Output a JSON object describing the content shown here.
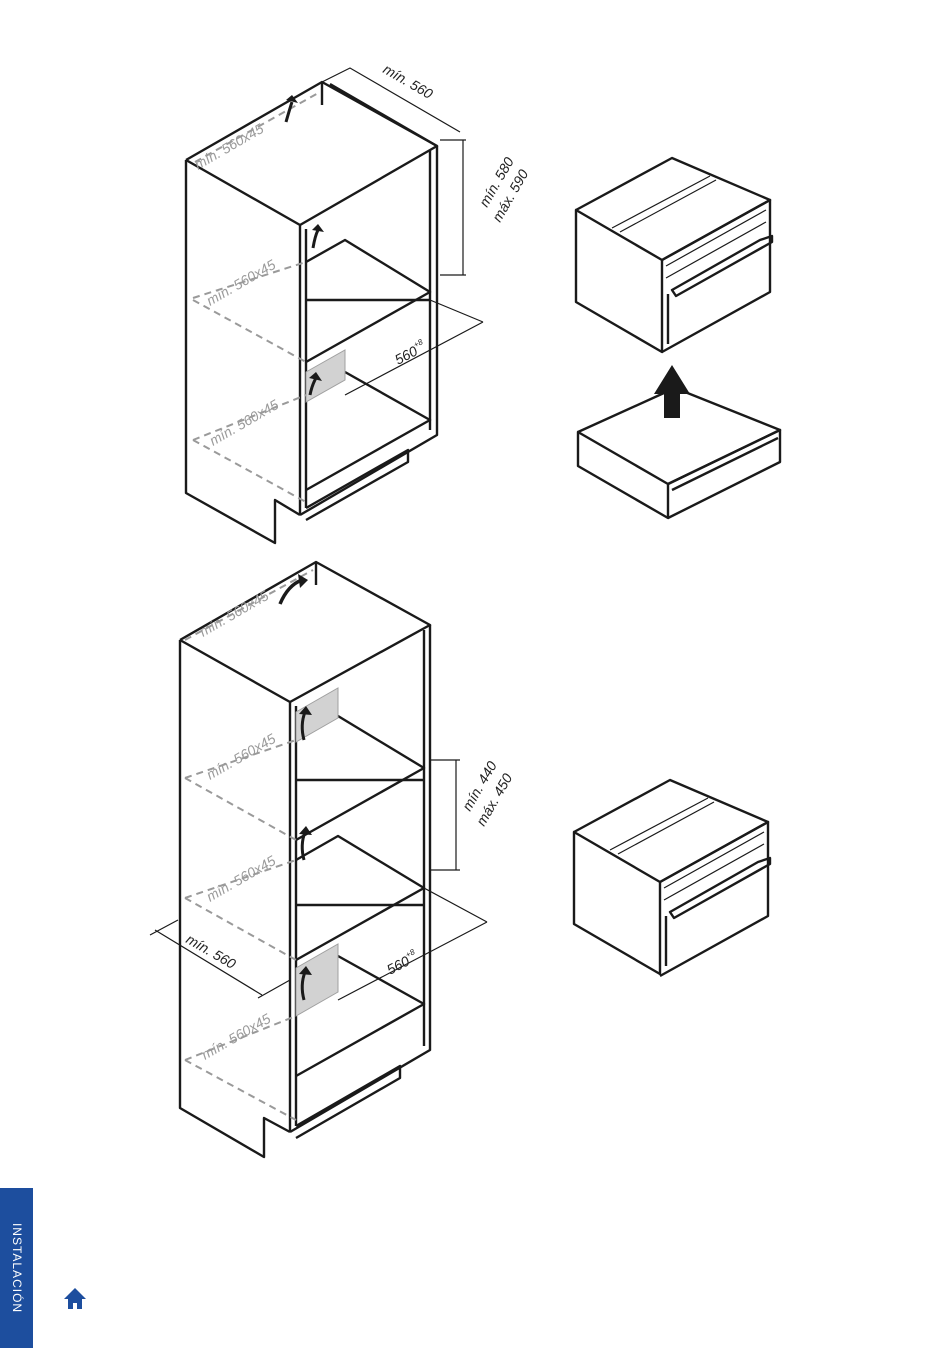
{
  "top_diagram": {
    "labels": {
      "depth_top": "mín. 560",
      "height_min": "mín. 580",
      "height_max": "máx. 590",
      "opening_width": "560",
      "opening_tolerance": "+8",
      "vent_top": "mín. 560x45",
      "vent_middle": "mín. 560x45",
      "vent_bottom": "mín. 560x45"
    }
  },
  "bottom_diagram": {
    "labels": {
      "height_min": "mín. 440",
      "height_max": "máx. 450",
      "depth_side": "mín. 560",
      "opening_width": "560",
      "opening_tolerance": "+8",
      "vent_top": "mín. 560x45",
      "vent_upper": "mín. 560x45",
      "vent_lower": "mín. 560x45",
      "vent_bottom": "mín. 560x45"
    }
  },
  "sidebar": {
    "section_label": "INSTALACIÓN",
    "home_icon": "home-icon",
    "color": "#1d4e9e"
  }
}
